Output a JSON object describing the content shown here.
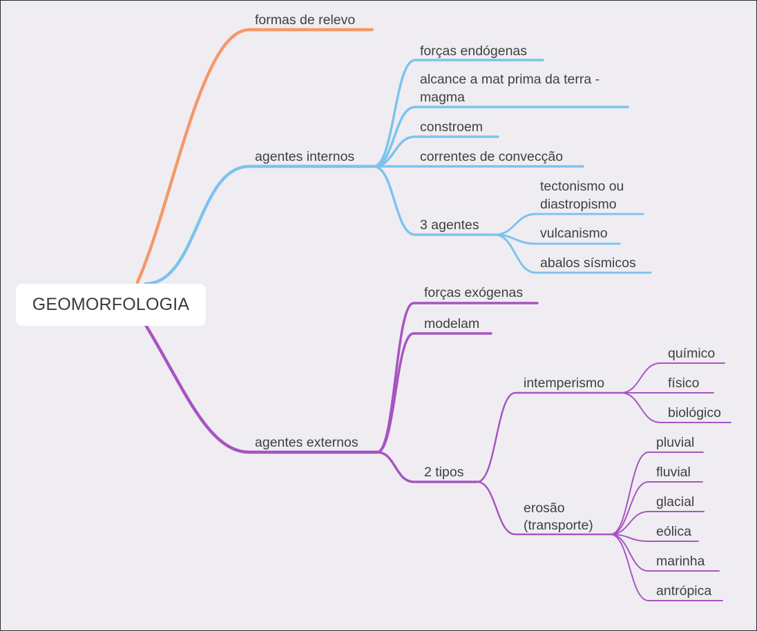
{
  "colors": {
    "orange": "#f59868",
    "blue": "#7cc3ef",
    "purple": "#a853c2"
  },
  "mindmap": {
    "root": "GEOMORFOLOGIA",
    "formas": "formas de relevo",
    "internos": {
      "label": "agentes internos",
      "forcas": "forças endógenas",
      "alcance_line1": "alcance a mat prima da terra -",
      "alcance_line2": "magma",
      "constroem": "constroem",
      "correntes": "correntes de convecção",
      "tres_agentes": "3 agentes",
      "tectonismo_line1": "tectonismo ou",
      "tectonismo_line2": "diastropismo",
      "vulcanismo": "vulcanismo",
      "abalos": "abalos sísmicos"
    },
    "externos": {
      "label": "agentes externos",
      "forcas": "forças exógenas",
      "modelam": "modelam",
      "dois_tipos": "2 tipos",
      "intemperismo": "intemperismo",
      "quimico": "químico",
      "fisico": "físico",
      "biologico": "biológico",
      "erosao_line1": "erosão",
      "erosao_line2": "(transporte)",
      "pluvial": "pluvial",
      "fluvial": "fluvial",
      "glacial": "glacial",
      "eolica": "eólica",
      "marinha": "marinha",
      "antropica": "antrópica"
    }
  }
}
